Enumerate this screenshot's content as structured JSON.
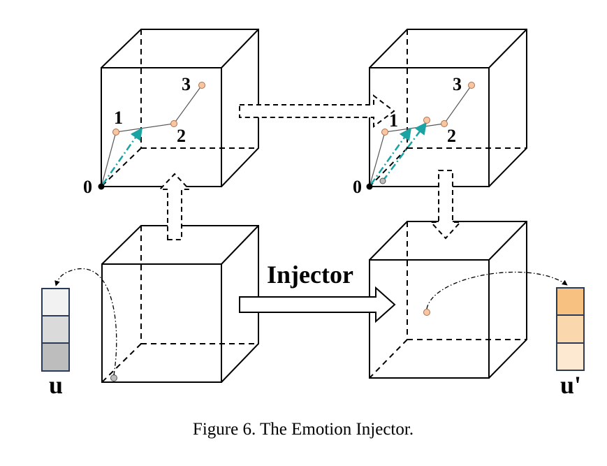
{
  "caption": "Figure 6. The Emotion Injector.",
  "injector_label": "Injector",
  "point_labels": [
    "0",
    "1",
    "2",
    "3"
  ],
  "vector_labels": {
    "input": "u",
    "output": "u'"
  },
  "colors": {
    "point_fill": "#f7c6a3",
    "point_stroke": "#b0704a",
    "trajectory_arrow": "#1aa3a3",
    "input_vector": [
      "#f2f2f2",
      "#dadada",
      "#bdbdbd"
    ],
    "output_vector": [
      "#f7c181",
      "#fbd7ad",
      "#fde9d2"
    ],
    "vector_border": "#2b3a55"
  }
}
